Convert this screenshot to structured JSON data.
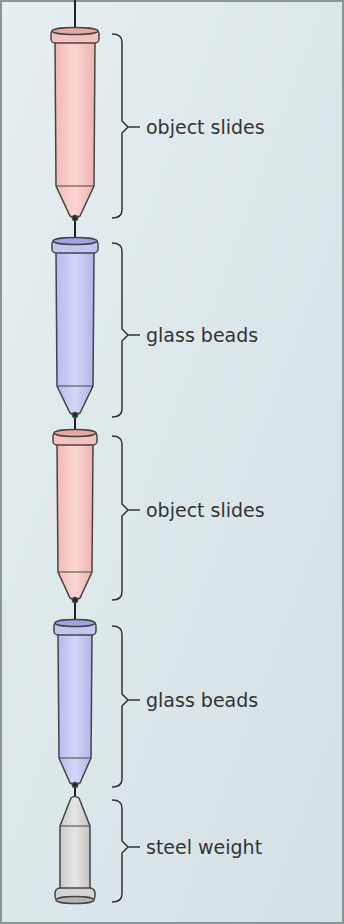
{
  "diagram": {
    "labels": [
      "object slides",
      "glass beads",
      "object slides",
      "glass beads",
      "steel weight"
    ]
  }
}
